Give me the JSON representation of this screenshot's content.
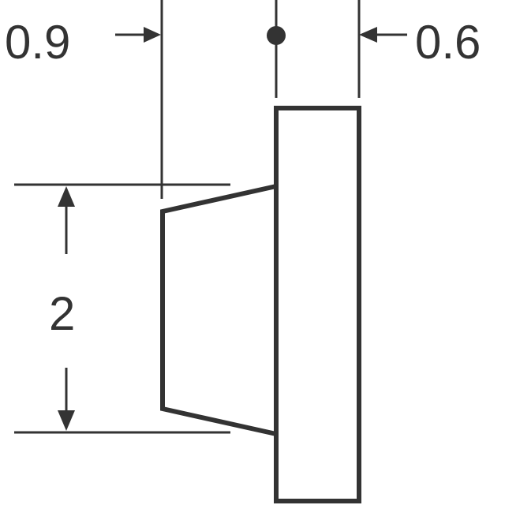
{
  "dimensions": {
    "left_width": "0.9",
    "right_width": "0.6",
    "height": "2"
  },
  "colors": {
    "stroke": "#333333",
    "background": "#ffffff"
  }
}
